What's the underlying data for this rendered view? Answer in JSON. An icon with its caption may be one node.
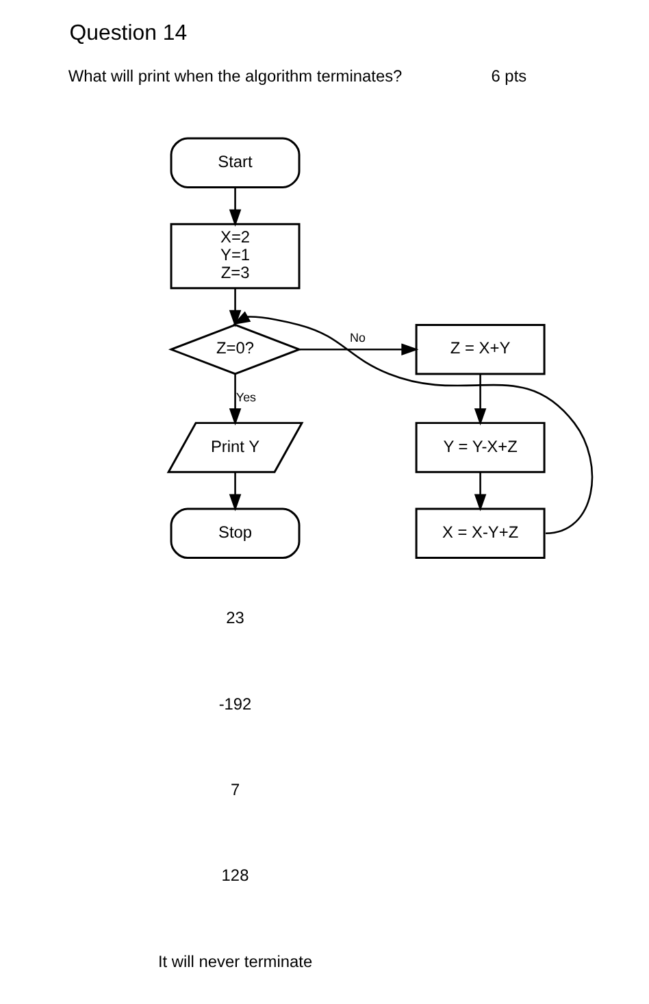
{
  "diagram": {
    "title": "Question 14",
    "nodes": [
      {
        "text": [
          "Start"
        ]
      },
      {
        "text": [
          "X=2",
          "Y=1",
          "Z=3"
        ]
      },
      {
        "text": [
          "Z=0?"
        ]
      },
      {
        "text": [
          "Z = X+Y"
        ]
      },
      {
        "text": [
          "Print Y"
        ]
      },
      {
        "text": [
          "Y = Y-X+Z"
        ]
      },
      {
        "text": [
          "Stop"
        ]
      },
      {
        "text": [
          "X = X-Y+Z"
        ]
      }
    ],
    "edges": [
      {
        "from": 0,
        "to": 1,
        "arrow": "to"
      },
      {
        "from": 1,
        "to": 2,
        "arrow": "to"
      },
      {
        "from": 2,
        "to": 3,
        "label": "No",
        "arrow": "to"
      },
      {
        "from": 2,
        "to": 4,
        "label": "Yes",
        "arrow": "to"
      },
      {
        "from": 3,
        "to": 5,
        "arrow": "to"
      },
      {
        "from": 5,
        "to": 7,
        "arrow": "to"
      },
      {
        "from": 4,
        "to": 6,
        "arrow": "to"
      },
      {
        "from": 7,
        "to": 2,
        "arrow": "to"
      }
    ],
    "labels": [
      "6 pts",
      "What will print when the algorithm terminates?",
      "23",
      "-192",
      "7",
      "128",
      "It will never terminate"
    ]
  }
}
